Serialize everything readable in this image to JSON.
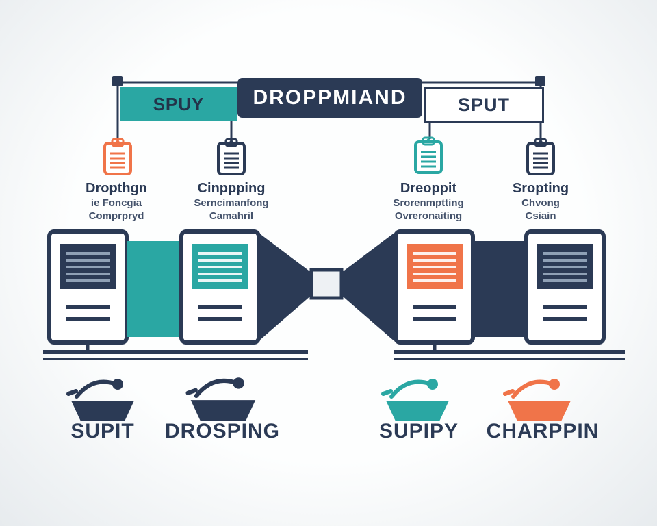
{
  "title": "Dropshipping process infographic",
  "colors": {
    "teal": "#2aa7a3",
    "navy": "#2b3a55",
    "orange": "#f07449",
    "background_center": "#fdfefe",
    "background_edge": "#e7ebee",
    "text_dark": "#2b3a55",
    "text_muted": "#44526b"
  },
  "header": {
    "left_label": "SPUY",
    "center_label": "DROPPMIAND",
    "right_label": "SPUT"
  },
  "steps": [
    {
      "icon": "clipboard-icon",
      "icon_color": "#f07449",
      "title": "Dropthgn",
      "line1": "ie Foncgia",
      "line2": "Comprpryd"
    },
    {
      "icon": "clipboard-icon",
      "icon_color": "#2b3a55",
      "title": "Cinppping",
      "line1": "Serncimanfong",
      "line2": "Camahril"
    },
    {
      "icon": "clipboard-icon",
      "icon_color": "#2aa7a3",
      "title": "Dreoppit",
      "line1": "Srorenmptting",
      "line2": "Ovreronaiting"
    },
    {
      "icon": "clipboard-icon",
      "icon_color": "#2b3a55",
      "title": "Sropting",
      "line1": "Chvong",
      "line2": "Csiain"
    }
  ],
  "baskets": [
    {
      "icon": "shopping-basket-icon",
      "icon_color": "#2b3a55",
      "label": "SUPIT"
    },
    {
      "icon": "shopping-basket-icon",
      "icon_color": "#2b3a55",
      "label": "DROSPING"
    },
    {
      "icon": "shopping-basket-icon",
      "icon_color": "#2aa7a3",
      "label": "SUPIPY"
    },
    {
      "icon": "shopping-basket-icon",
      "icon_color": "#f07449",
      "label": "CHARPPIN"
    }
  ]
}
